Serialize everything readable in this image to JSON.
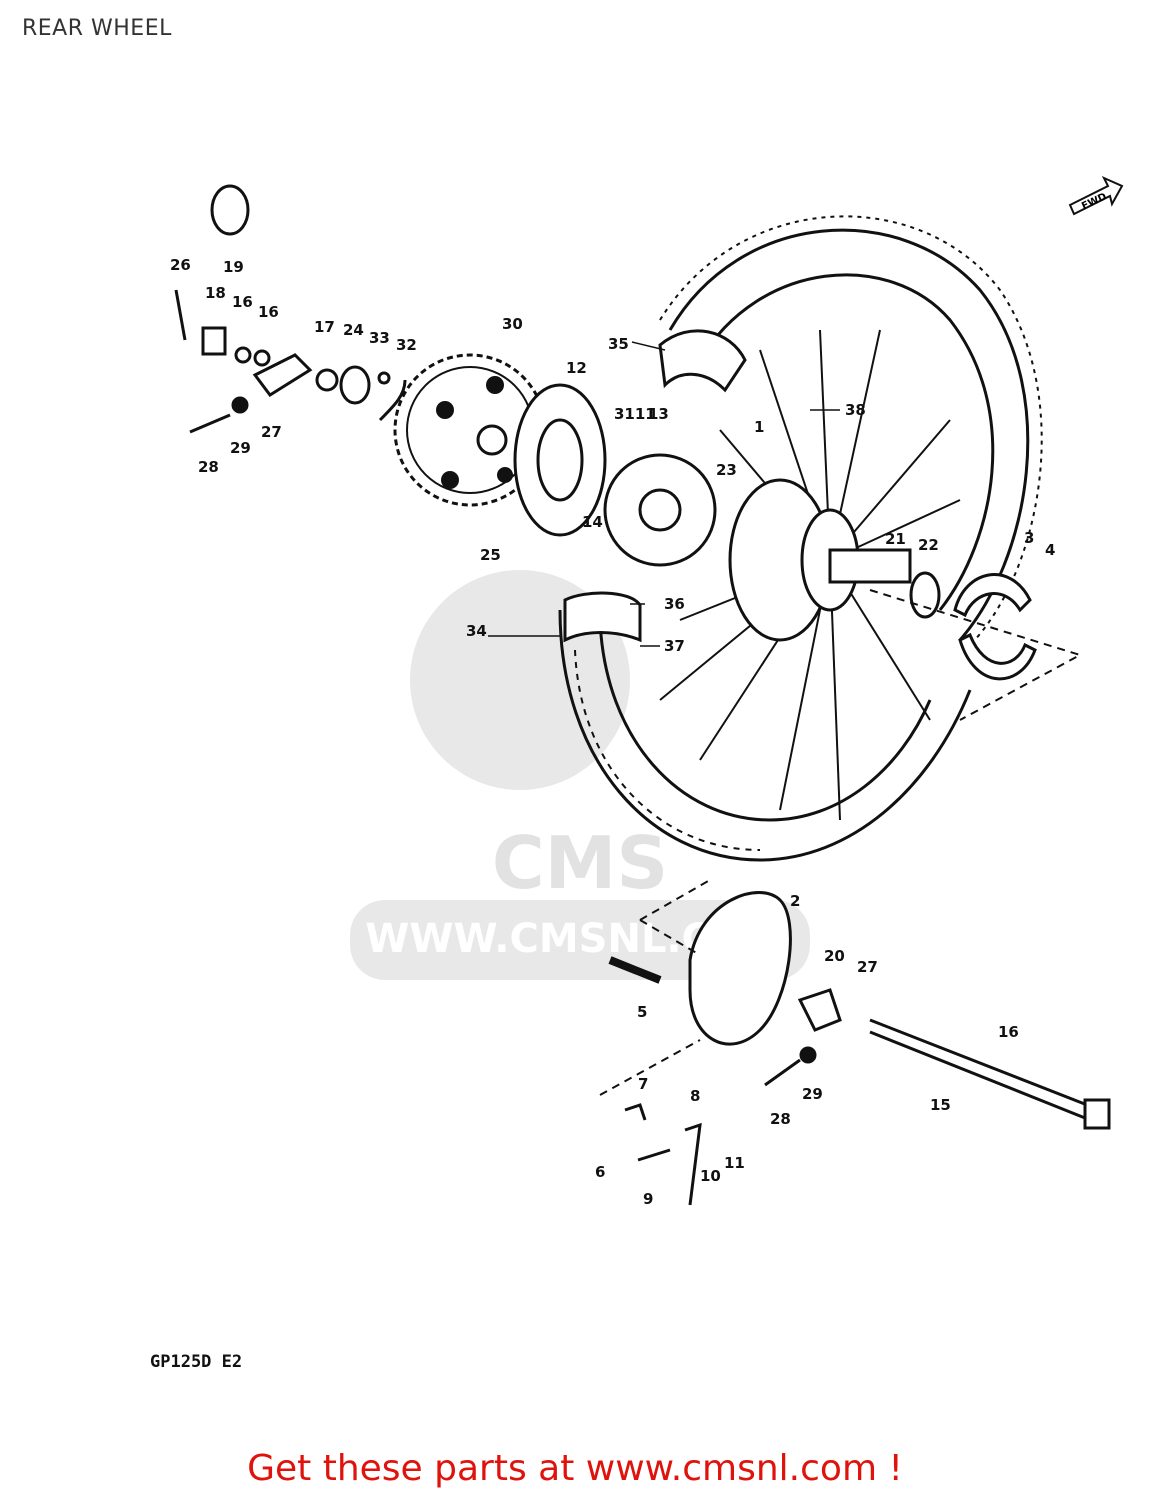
{
  "page": {
    "title": "REAR WHEEL"
  },
  "diagram": {
    "model_code": "GP125D E2",
    "fwd_label": "FWD",
    "watermark": {
      "brand": "CMS",
      "url": "WWW.CMSNL.COM"
    },
    "callouts": {
      "c1": "1",
      "c2": "2",
      "c3": "3",
      "c4": "4",
      "c5": "5",
      "c6": "6",
      "c7": "7",
      "c8": "8",
      "c9": "9",
      "c10": "10",
      "c11": "11",
      "c12": "12",
      "c3111": "3111",
      "c13": "13",
      "c14": "14",
      "c15": "15",
      "c16a": "16",
      "c16b": "16",
      "c16c": "16",
      "c17": "17",
      "c18": "18",
      "c19": "19",
      "c20": "20",
      "c21": "21",
      "c22": "22",
      "c23": "23",
      "c24": "24",
      "c25": "25",
      "c26": "26",
      "c27a": "27",
      "c27b": "27",
      "c28a": "28",
      "c28b": "28",
      "c29a": "29",
      "c29b": "29",
      "c30": "30",
      "c32": "32",
      "c33": "33",
      "c34": "34",
      "c35": "35",
      "c36": "36",
      "c37": "37",
      "c38": "38"
    }
  },
  "footer": {
    "cta": "Get these parts at www.cmsnl.com !"
  },
  "colors": {
    "cta": "#e0130c",
    "line": "#111111",
    "watermark": "#e6e6e6"
  }
}
